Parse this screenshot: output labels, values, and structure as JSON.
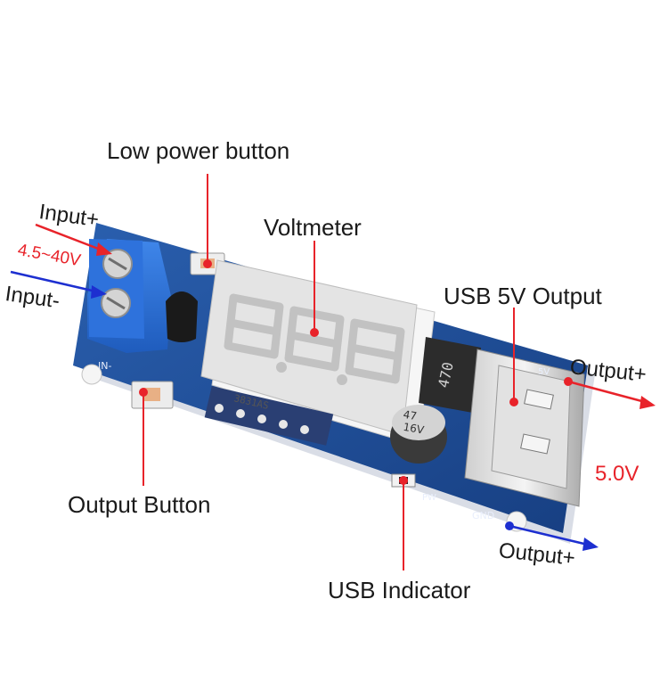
{
  "labels": {
    "low_power_button": "Low power button",
    "voltmeter": "Voltmeter",
    "input_plus": "Input+",
    "input_voltage": "4.5~40V",
    "input_minus": "Input-",
    "usb_output": "USB 5V Output",
    "output_plus_top": "Output+",
    "output_voltage": "5.0V",
    "output_plus_bottom": "Output+",
    "output_button": "Output Button",
    "usb_indicator": "USB Indicator"
  },
  "board": {
    "display_digits": "8.8.8.",
    "display_part": "3831AS",
    "inductor": "470",
    "capacitor_1": "47",
    "capacitor_2": "16V",
    "pin_in": "IN-",
    "pin_pw": "PW",
    "pin_gnd": "GND",
    "pin_5v": "5V"
  },
  "colors": {
    "pcb": "#1f4f9a",
    "terminal": "#2b6fd6",
    "display": "#e9e9e9",
    "segment": "#c9c9c9",
    "callout_red": "#e8232a",
    "callout_blue": "#1d2fd0"
  }
}
